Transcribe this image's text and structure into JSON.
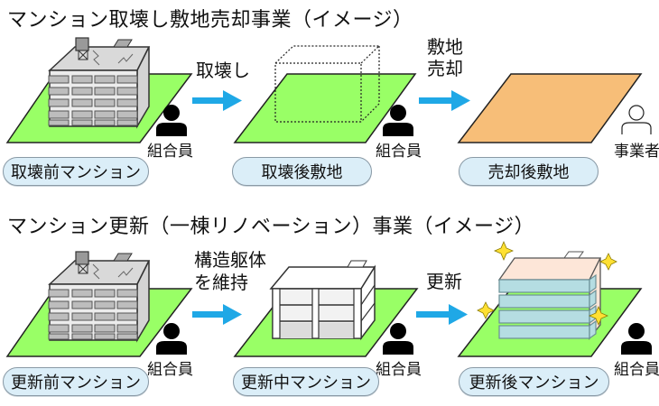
{
  "section1": {
    "title": "マンション取壊し敷地売却事業（イメージ）",
    "stages": [
      {
        "label": "取壊前マンション",
        "person": "組合員"
      },
      {
        "label": "取壊後敷地",
        "person": "組合員"
      },
      {
        "label": "売却後敷地",
        "person": "事業者"
      }
    ],
    "arrows": [
      {
        "label": "取壊し"
      },
      {
        "label_line1": "敷地",
        "label_line2": "売却"
      }
    ]
  },
  "section2": {
    "title": "マンション更新（一棟リノベーション）事業（イメージ）",
    "stages": [
      {
        "label": "更新前マンション",
        "person": "組合員"
      },
      {
        "label": "更新中マンション",
        "person": "組合員"
      },
      {
        "label": "更新後マンション",
        "person": "組合員"
      }
    ],
    "arrows": [
      {
        "label_line1": "構造躯体",
        "label_line2": "を維持"
      },
      {
        "label": "更新"
      }
    ]
  },
  "colors": {
    "lot_green": "#99ff66",
    "lot_orange": "#f7be78",
    "arrow_blue": "#1fa8e6",
    "pill_bg": "#dbeef8",
    "building_gray": "#e6e6e6",
    "renovated_front": "#b5dde2",
    "renovated_top": "#fde6d8",
    "sparkle": "#ffe033"
  }
}
